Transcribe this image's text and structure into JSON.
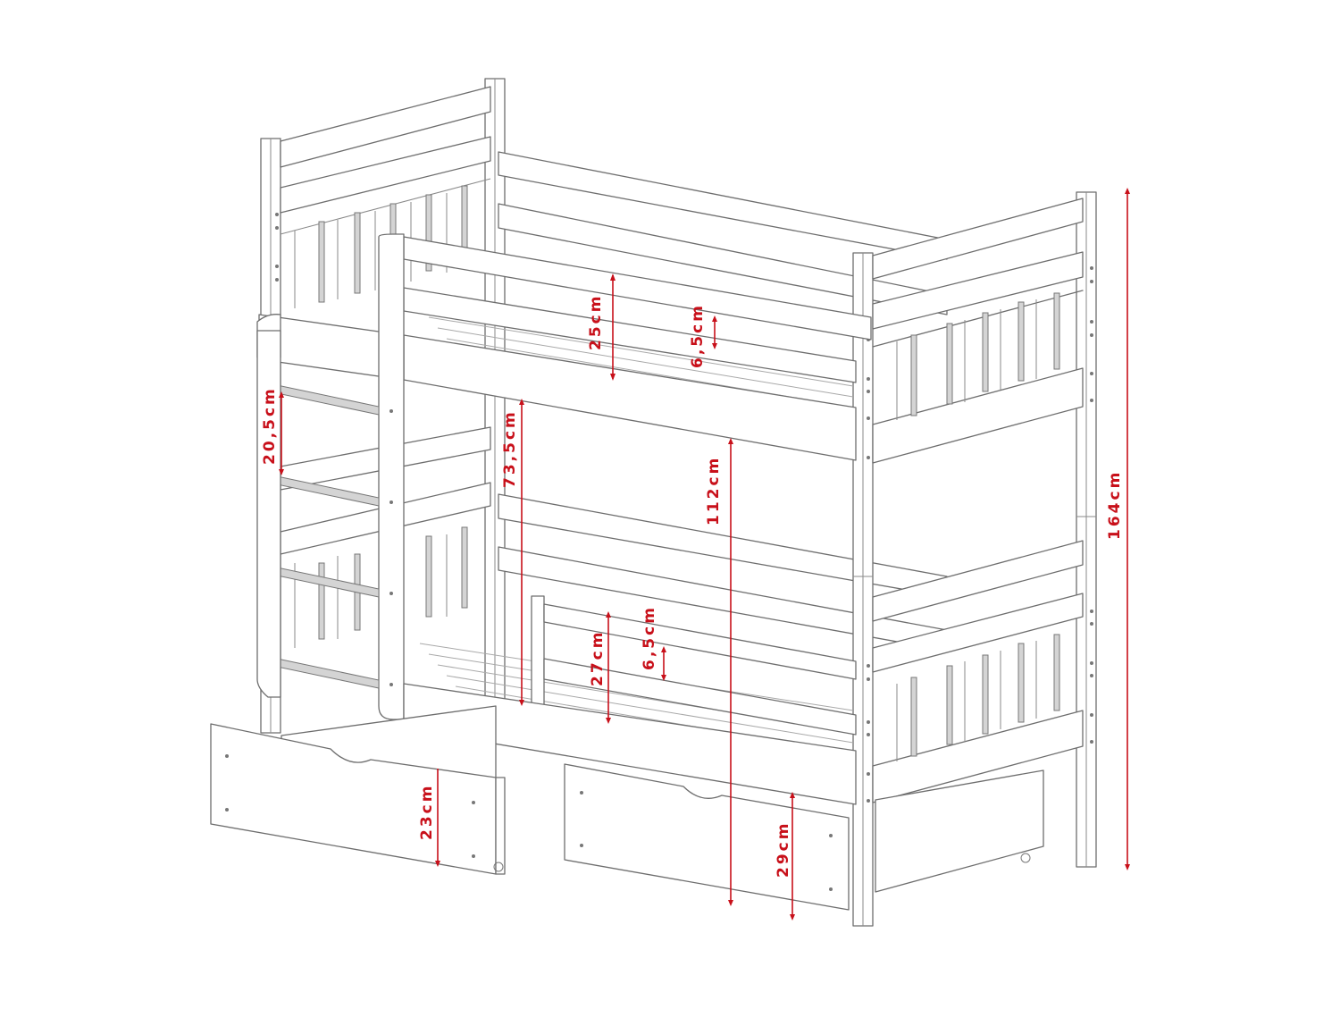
{
  "diagram": {
    "subject": "Bunk bed with two under-bed drawers",
    "line_color": "#6e6e6e",
    "dimension_color": "#c8101a",
    "dimensions": {
      "upper_guard_height": "25cm",
      "upper_mattress_height": "6,5cm",
      "ladder_rung_spacing": "20,5cm",
      "clearance_between_beds": "73,5cm",
      "floor_to_upper_bed": "112cm",
      "total_height": "164cm",
      "lower_guard_height": "27cm",
      "lower_mattress_height": "6,5cm",
      "drawer_left_height": "23cm",
      "drawer_right_height": "29cm"
    }
  }
}
